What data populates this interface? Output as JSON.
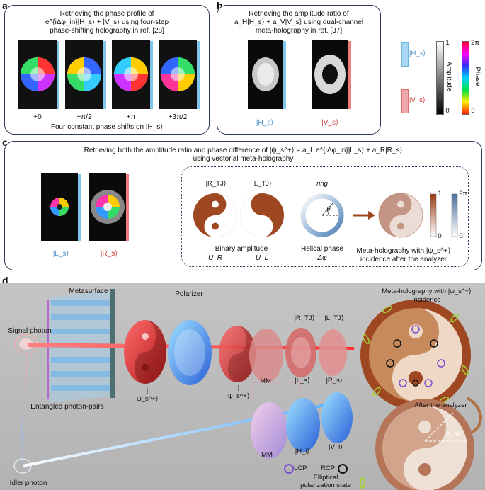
{
  "labels": {
    "a": "a",
    "b": "b",
    "c": "c",
    "d": "d"
  },
  "panel_a": {
    "title1": "Retrieving the phase profile of",
    "title2": "e^{iΔφ_in}|H_s⟩ + |V_s⟩ using four-step",
    "title3": "phase-shifting holography in ref. [28]",
    "shifts": [
      "+0",
      "+π/2",
      "+π",
      "+3π/2"
    ],
    "caption": "Four constant phase shifts on |H_s⟩"
  },
  "panel_b": {
    "title1": "Retrieving the amplitude ratio of",
    "title2": "a_H|H_s⟩ + a_V|V_s⟩ using dual-channel",
    "title3": "meta-holography in ref. [37]",
    "h_label": "|H_s⟩",
    "v_label": "|V_s⟩"
  },
  "legend": {
    "h": "|H_s⟩",
    "v": "|V_s⟩",
    "amp_title": "Amplitude",
    "amp_max": "1",
    "amp_min": "0",
    "phase_title": "Phase",
    "phase_max": "2π",
    "phase_min": "0"
  },
  "panel_c": {
    "title1": "Retrieving both the amplitude ratio and phase difference of |ψ_s^+⟩ = a_L e^{iΔφ_in}|L_s⟩ + a_R|R_s⟩",
    "title2": "using vectorial meta-holography",
    "l_label": "|L_s⟩",
    "r_label": "|R_s⟩",
    "rtj": "|R_TJ⟩",
    "ltj": "|L_TJ⟩",
    "ring": "ring",
    "theta": "θ",
    "binary": "Binary amplitude",
    "ur": "U_R",
    "ul": "U_L",
    "helical": "Helical phase",
    "dphi": "Δφ",
    "result1": "Meta-holography with |ψ_s^+⟩",
    "result2": "incidence after the analyzer",
    "bar_amp_max": "1",
    "bar_amp_min": "0",
    "bar_phase_max": "2π",
    "bar_phase_min": "0"
  },
  "panel_d": {
    "metasurface": "Metasurface",
    "polarizer": "Polarizer",
    "signal": "Signal photon",
    "entangled": "Entangled photon-pairs",
    "idler": "Idler photon",
    "psi1": "|ψ_s^+⟩",
    "psi2": "|ψ_s^+⟩",
    "mm1": "MM",
    "mm2": "MM",
    "rtj": "|R_TJ⟩",
    "ltj": "|L_TJ⟩",
    "ls": "|L_s⟩",
    "rs": "|R_s⟩",
    "hi": "|H_i⟩",
    "vi": "|V_i⟩",
    "lcp": "LCP",
    "rcp": "RCP",
    "elliptical1": "Elliptical",
    "elliptical2": "polarization state",
    "meta_title": "Meta-holography with |ψ_s^+⟩ incidence",
    "after": "After the analyzer",
    "theta_m": "θ_M"
  }
}
